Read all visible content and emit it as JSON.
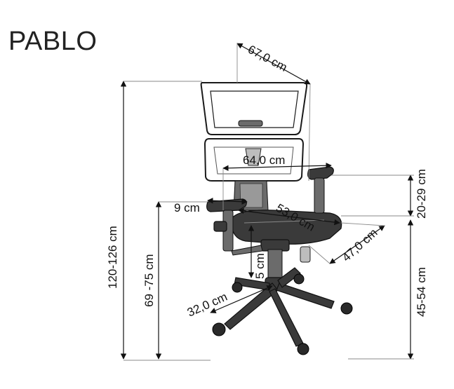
{
  "title": "PABLO",
  "dimensions": {
    "depth_total": "67,0 cm",
    "width_armrests": "64,0 cm",
    "armrest_width": "9 cm",
    "seat_width": "53,0 cm",
    "seat_depth": "47,0 cm",
    "height_total": "120-126 cm",
    "armrest_height": "69 -75 cm",
    "seat_height": "45-54 cm",
    "armrest_adjust": "20-29 cm",
    "gas_lift": "5 cm",
    "base_radius": "32,0 cm"
  }
}
